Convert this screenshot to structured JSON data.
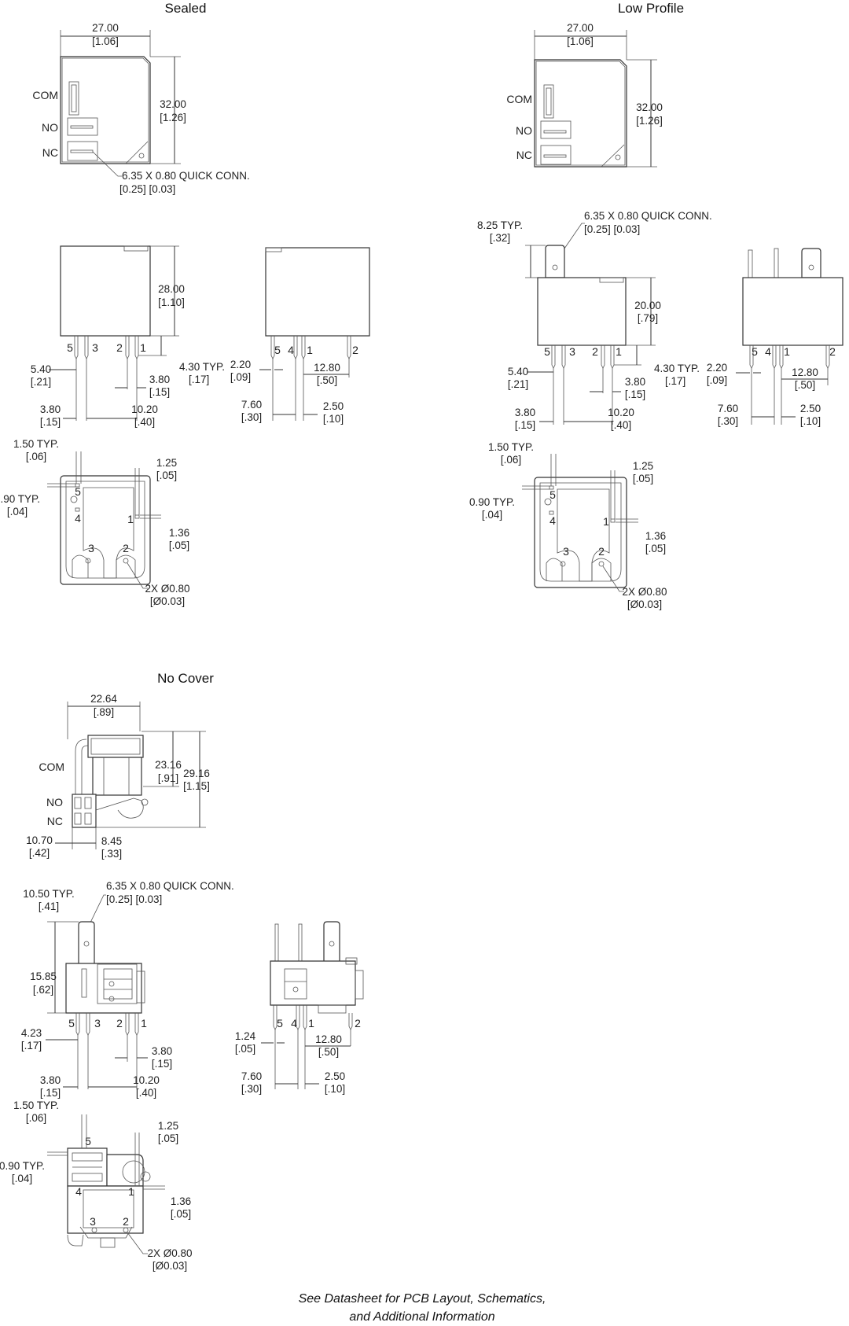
{
  "titles": {
    "sealed": "Sealed",
    "low_profile": "Low Profile",
    "no_cover": "No Cover"
  },
  "terminals": {
    "com": "COM",
    "no": "NO",
    "nc": "NC"
  },
  "pins": {
    "p1": "1",
    "p2": "2",
    "p3": "3",
    "p4": "4",
    "p5": "5"
  },
  "dims": {
    "w27": "27.00",
    "w27i": "[1.06]",
    "h32": "32.00",
    "h32i": "[1.26]",
    "qc": "6.35 X 0.80 QUICK CONN.",
    "qci": "[0.25]   [0.03]",
    "h28": "28.00",
    "h28i": "[1.10]",
    "h20": "20.00",
    "h20i": "[.79]",
    "t825": "8.25 TYP.",
    "t825i": "[.32]",
    "d540": "5.40",
    "d540i": "[.21]",
    "d380": "3.80",
    "d380i": "[.15]",
    "d430": "4.30 TYP.",
    "d430i": "[.17]",
    "d1020": "10.20",
    "d1020i": "[.40]",
    "d220": "2.20",
    "d220i": "[.09]",
    "d1280": "12.80",
    "d1280i": "[.50]",
    "d760": "7.60",
    "d760i": "[.30]",
    "d250": "2.50",
    "d250i": "[.10]",
    "d150": "1.50 TYP.",
    "d150i": "[.06]",
    "d125": "1.25",
    "d125i": "[.05]",
    "d090": "0.90 TYP.",
    "d090i": "[.04]",
    "d136": "1.36",
    "d136i": "[.05]",
    "hole": "2X Ø0.80",
    "holei": "[Ø0.03]",
    "w2264": "22.64",
    "w2264i": "[.89]",
    "h2316": "23.16",
    "h2316i": "[.91]",
    "h2916": "29.16",
    "h2916i": "[1.15]",
    "d1070": "10.70",
    "d1070i": "[.42]",
    "d845": "8.45",
    "d845i": "[.33]",
    "t1050": "10.50 TYP.",
    "t1050i": "[.41]",
    "h1585": "15.85",
    "h1585i": "[.62]",
    "d423": "4.23",
    "d423i": "[.17]",
    "d124": "1.24",
    "d124i": "[.05]"
  },
  "footnote": {
    "line1": "See Datasheet for PCB Layout, Schematics,",
    "line2": "and Additional Information"
  }
}
